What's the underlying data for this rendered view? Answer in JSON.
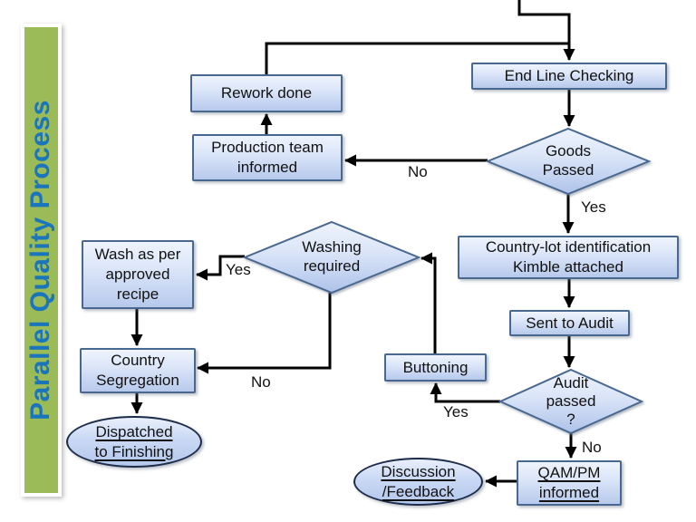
{
  "title": "Parallel Quality Process",
  "colors": {
    "banner_green": "#9bba58",
    "title_blue": "#1b75bc",
    "node_fill_top": "#eff4fd",
    "node_fill_bottom": "#b7c9ec",
    "node_border": "#48688f",
    "ellipse_border": "#1d2c49",
    "connector": "#000000",
    "text": "#111111"
  },
  "nodes": {
    "rework": {
      "lines": [
        "Rework done"
      ]
    },
    "production": {
      "lines": [
        "Production team",
        "informed"
      ]
    },
    "endline": {
      "lines": [
        "End Line Checking"
      ]
    },
    "countrylot": {
      "lines": [
        "Country-lot identification",
        "Kimble attached"
      ]
    },
    "sentaudit": {
      "lines": [
        "Sent to Audit"
      ]
    },
    "wash": {
      "lines": [
        "Wash as per",
        "approved",
        "recipe"
      ]
    },
    "countryseg": {
      "lines": [
        "Country",
        "Segregation"
      ]
    },
    "buttoning": {
      "lines": [
        "Buttoning"
      ]
    },
    "qampm": {
      "lines": [
        "QAM/PM",
        "informed"
      ]
    }
  },
  "decisions": {
    "goods": {
      "lines": [
        "Goods",
        "Passed"
      ]
    },
    "washing": {
      "lines": [
        "Washing",
        "required"
      ]
    },
    "audit": {
      "lines": [
        "Audit",
        "passed",
        "?"
      ]
    }
  },
  "terminators": {
    "dispatched": {
      "lines": [
        "Dispatched",
        "to Finishing"
      ]
    },
    "discussion": {
      "lines": [
        "Discussion",
        "/Feedback"
      ]
    }
  },
  "edge_labels": {
    "goods_no": "No",
    "goods_yes": "Yes",
    "washing_yes": "Yes",
    "washing_no": "No",
    "audit_yes": "Yes",
    "audit_no": "No"
  }
}
